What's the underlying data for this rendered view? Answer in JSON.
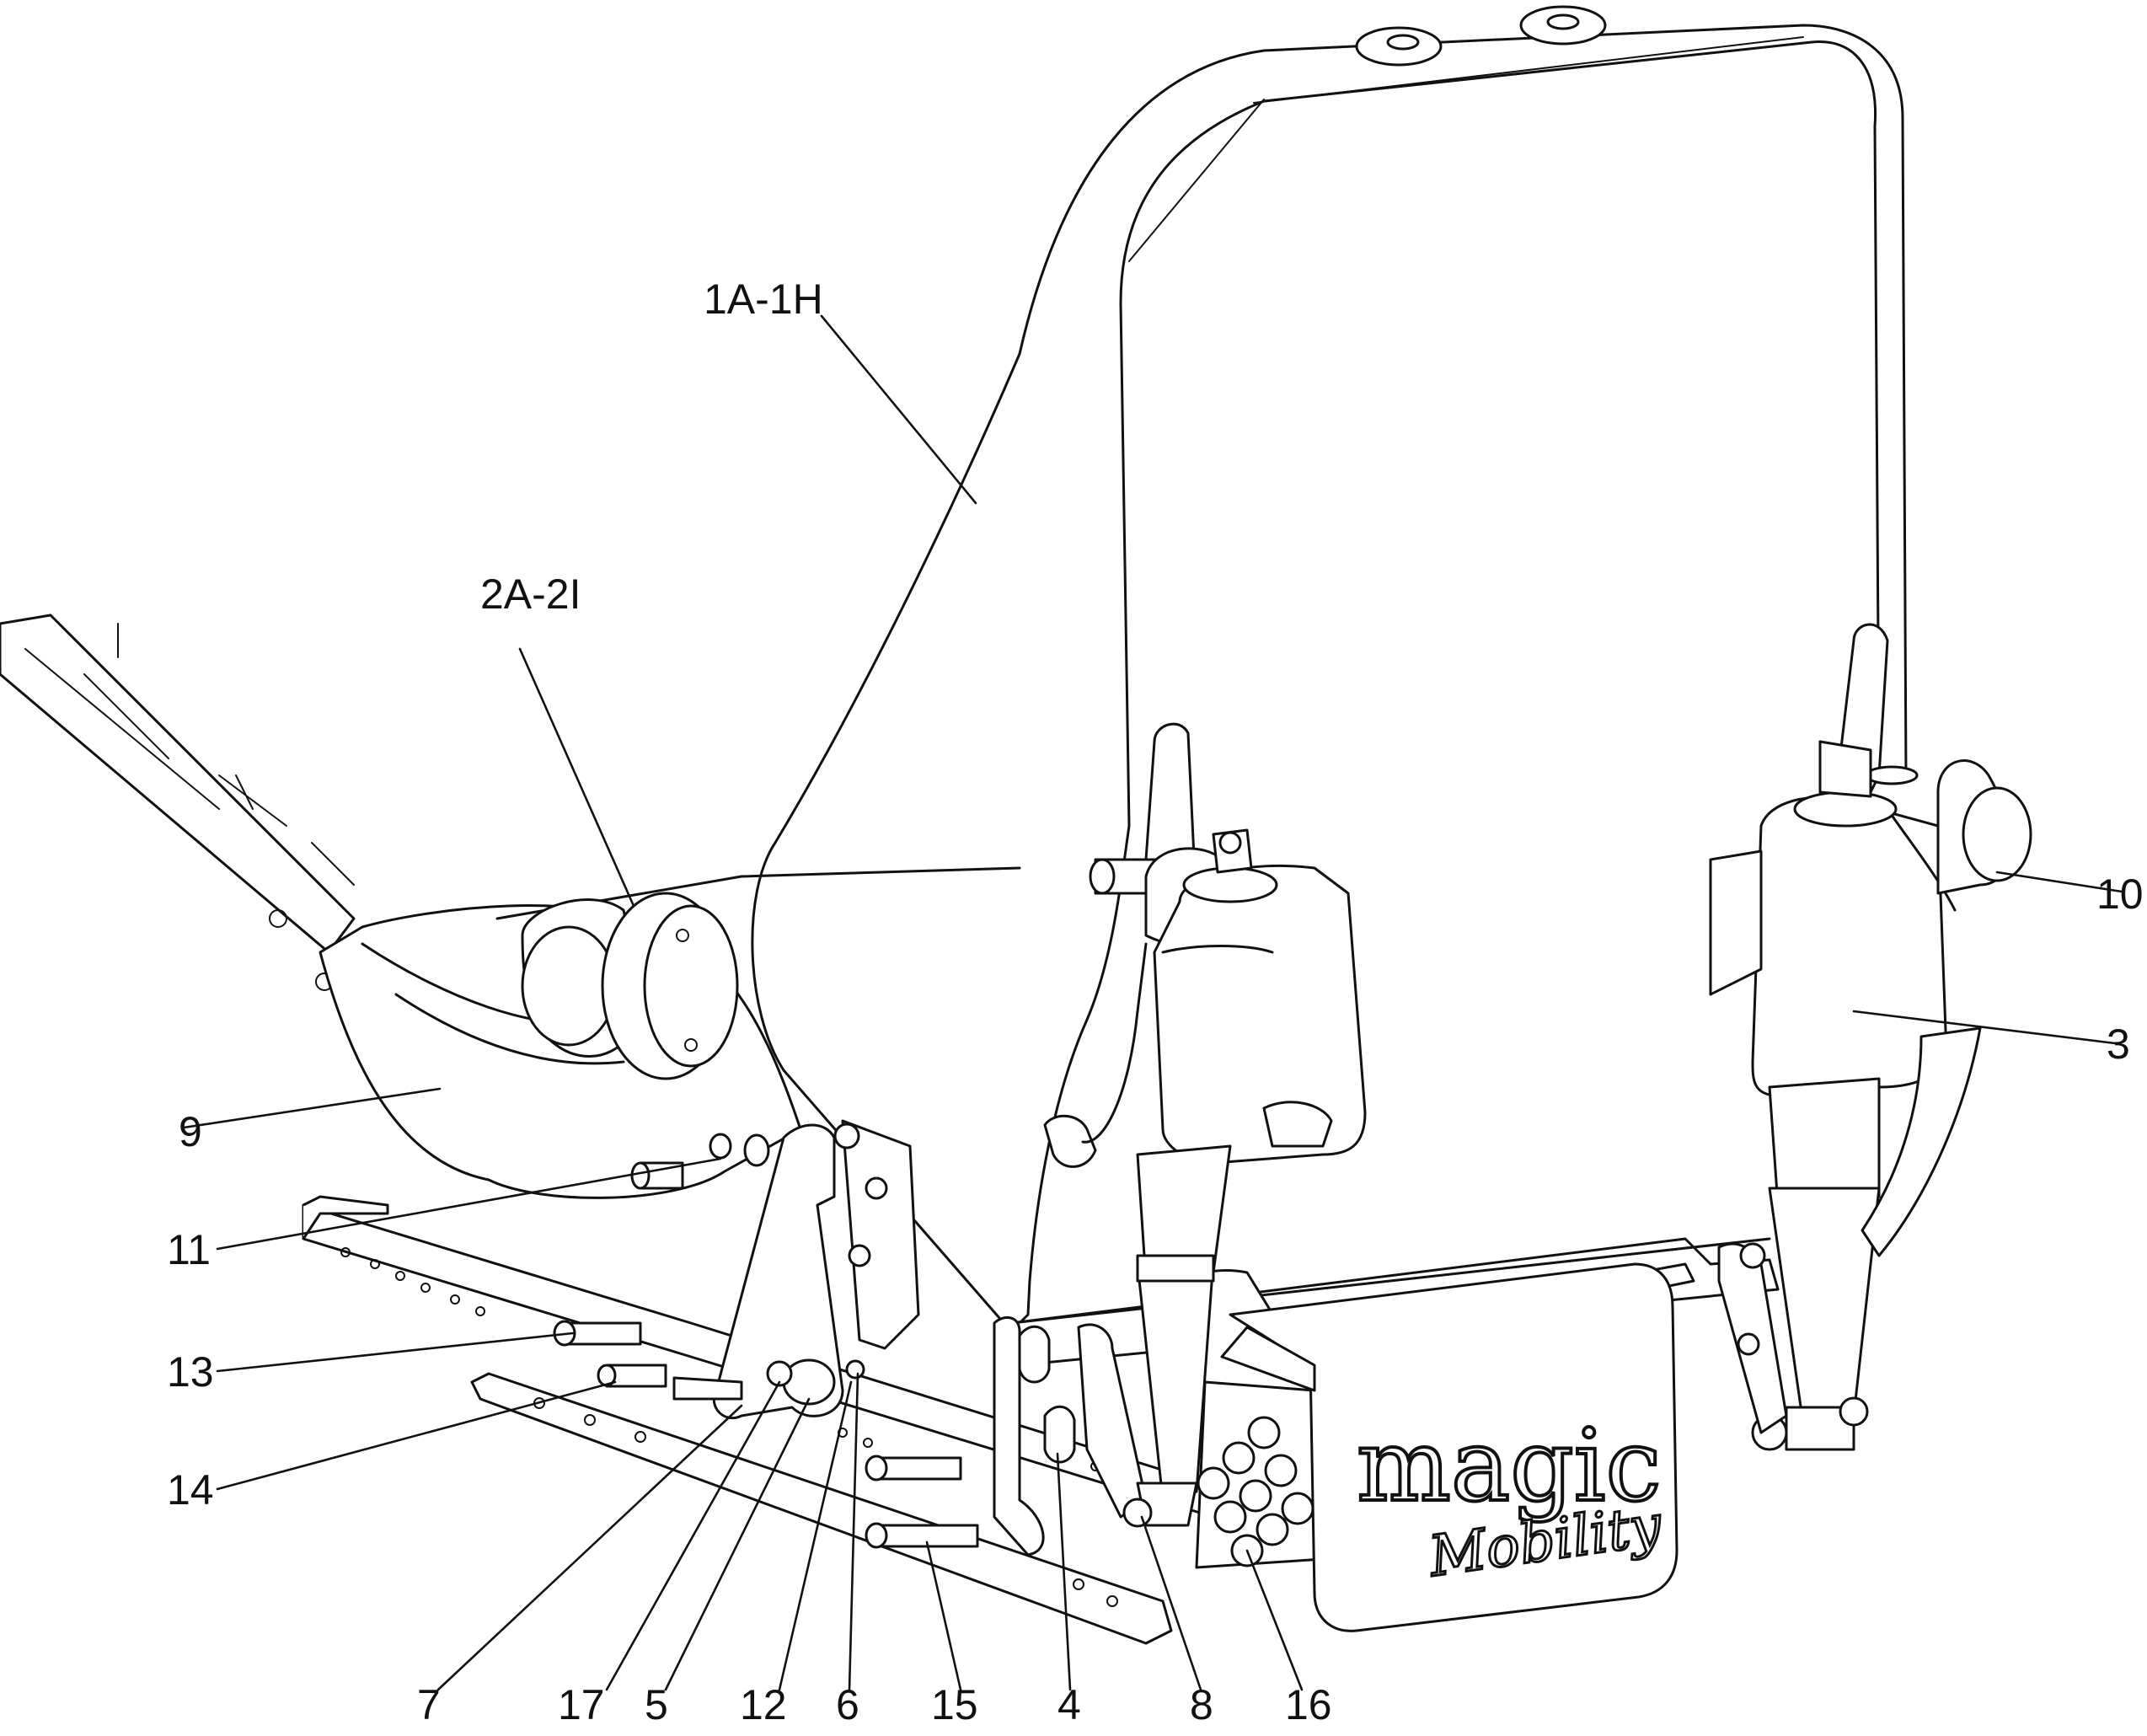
{
  "diagram": {
    "brand_logo_text": "magic",
    "brand_logo_subtext": "Mobility",
    "callouts": [
      {
        "id": "1A-1H",
        "label": "1A-1H"
      },
      {
        "id": "2A-2I",
        "label": "2A-2I"
      },
      {
        "id": "3",
        "label": "3"
      },
      {
        "id": "4",
        "label": "4"
      },
      {
        "id": "5",
        "label": "5"
      },
      {
        "id": "6",
        "label": "6"
      },
      {
        "id": "7",
        "label": "7"
      },
      {
        "id": "8",
        "label": "8"
      },
      {
        "id": "9",
        "label": "9"
      },
      {
        "id": "10",
        "label": "10"
      },
      {
        "id": "11",
        "label": "11"
      },
      {
        "id": "12",
        "label": "12"
      },
      {
        "id": "13",
        "label": "13"
      },
      {
        "id": "14",
        "label": "14"
      },
      {
        "id": "15",
        "label": "15"
      },
      {
        "id": "16",
        "label": "16"
      },
      {
        "id": "17",
        "label": "17"
      }
    ]
  }
}
